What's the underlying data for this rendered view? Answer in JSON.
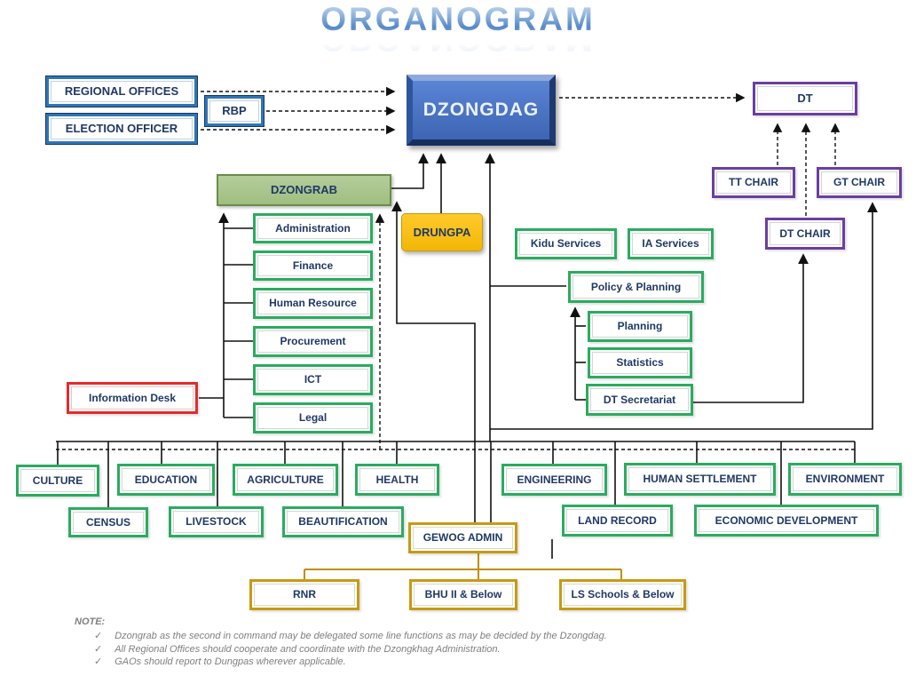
{
  "title": "ORGANOGRAM",
  "colors": {
    "dzongdag_blue": "#3D65B4",
    "box_blue_border": "#2E75B6",
    "green_border": "#2BAB60",
    "purple_border": "#6A3FA0",
    "gold_border": "#C79A12",
    "red_border": "#E42B2B",
    "dzongrab_fill": "#A9C78C",
    "drungpa_fill": "#FFC000",
    "text_navy": "#1F3864",
    "line_black": "#111111",
    "line_gold": "#BF9000"
  },
  "nodes": {
    "regional_offices": {
      "label": "REGIONAL OFFICES"
    },
    "election_officer": {
      "label": "ELECTION OFFICER"
    },
    "rbp": {
      "label": "RBP"
    },
    "dzongdag": {
      "label": "DZONGDAG"
    },
    "dt": {
      "label": "DT"
    },
    "tt_chair": {
      "label": "TT CHAIR"
    },
    "gt_chair": {
      "label": "GT CHAIR"
    },
    "dt_chair": {
      "label": "DT CHAIR"
    },
    "dzongrab": {
      "label": "DZONGRAB"
    },
    "drungpa": {
      "label": "DRUNGPA"
    },
    "kidu_services": {
      "label": "Kidu Services"
    },
    "ia_services": {
      "label": "IA Services"
    },
    "policy_planning": {
      "label": "Policy & Planning"
    },
    "planning": {
      "label": "Planning"
    },
    "statistics": {
      "label": "Statistics"
    },
    "dt_secretariat": {
      "label": "DT Secretariat"
    },
    "administration": {
      "label": "Administration"
    },
    "finance": {
      "label": "Finance"
    },
    "human_resource": {
      "label": "Human Resource"
    },
    "procurement": {
      "label": "Procurement"
    },
    "ict": {
      "label": "ICT"
    },
    "legal": {
      "label": "Legal"
    },
    "information_desk": {
      "label": "Information Desk"
    },
    "culture": {
      "label": "CULTURE"
    },
    "education": {
      "label": "EDUCATION"
    },
    "agriculture": {
      "label": "AGRICULTURE"
    },
    "health": {
      "label": "HEALTH"
    },
    "engineering": {
      "label": "ENGINEERING"
    },
    "human_settlement": {
      "label": "HUMAN SETTLEMENT"
    },
    "environment": {
      "label": "ENVIRONMENT"
    },
    "census": {
      "label": "CENSUS"
    },
    "livestock": {
      "label": "LIVESTOCK"
    },
    "beautification": {
      "label": "BEAUTIFICATION"
    },
    "land_record": {
      "label": "LAND RECORD"
    },
    "economic_development": {
      "label": "ECONOMIC DEVELOPMENT"
    },
    "gewog_admin": {
      "label": "GEWOG ADMIN"
    },
    "rnr": {
      "label": "RNR"
    },
    "bhu": {
      "label": "BHU II & Below"
    },
    "ls_schools": {
      "label": "LS Schools & Below"
    }
  },
  "note": {
    "heading": "NOTE:",
    "check": "✓",
    "items": [
      "Dzongrab as the second in command may be delegated some line functions as may be decided by the Dzongdag.",
      "All Regional Offices should cooperate and coordinate with the Dzongkhag Administration.",
      "GAOs should report to Dungpas wherever applicable."
    ]
  }
}
